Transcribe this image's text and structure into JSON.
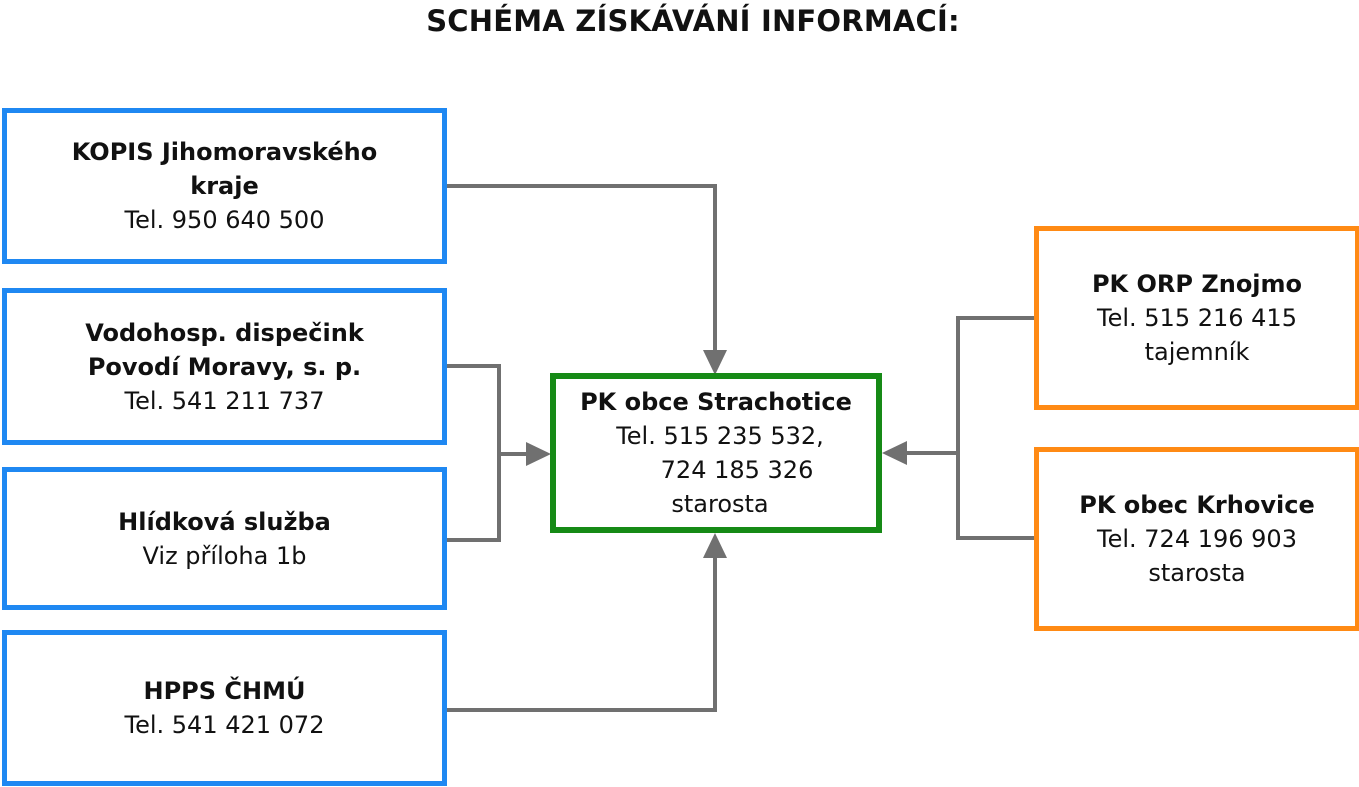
{
  "title": "SCHÉMA ZÍSKÁVÁNÍ INFORMACÍ:",
  "colors": {
    "source_border": "#1f88f2",
    "center_border": "#168a16",
    "peer_border": "#ff8a14",
    "connector": "#707070"
  },
  "sources": [
    {
      "name": "KOPIS Jihomoravského\nkraje",
      "lines": [
        "Tel. 950 640 500"
      ]
    },
    {
      "name": "Vodohosp. dispečink\nPovodí Moravy, s. p.",
      "lines": [
        "Tel. 541 211 737"
      ]
    },
    {
      "name": "Hlídková služba",
      "lines": [
        "Viz příloha 1b"
      ]
    },
    {
      "name": "HPPS ČHMÚ",
      "lines": [
        "Tel. 541 421 072"
      ]
    }
  ],
  "center": {
    "name": "PK obce Strachotice",
    "lines": [
      "Tel. 515 235 532,",
      "724 185 326",
      "starosta"
    ]
  },
  "peers": [
    {
      "name": "PK ORP Znojmo",
      "lines": [
        "Tel. 515 216 415",
        "tajemník"
      ]
    },
    {
      "name": "PK obec Krhovice",
      "lines": [
        "Tel. 724 196 903",
        "starosta"
      ]
    }
  ]
}
